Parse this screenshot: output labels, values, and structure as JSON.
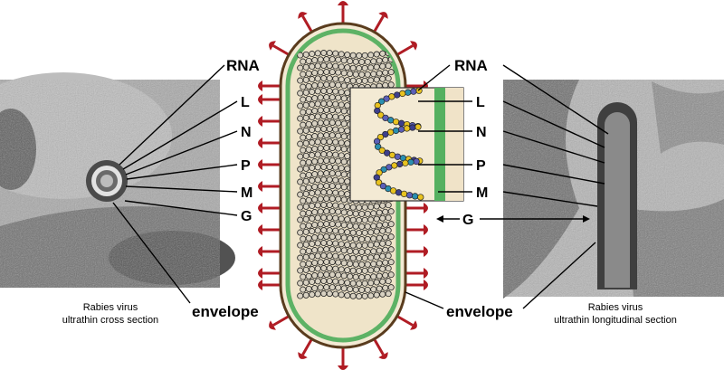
{
  "left_labels": [
    "RNA",
    "L",
    "N",
    "P",
    "M",
    "G"
  ],
  "right_labels": [
    "RNA",
    "L",
    "N",
    "P",
    "M"
  ],
  "right_g_label": "G",
  "envelope_left": "envelope",
  "envelope_right": "envelope",
  "caption_left": [
    "Rabies virus",
    "ultrathin cross section"
  ],
  "caption_right": [
    "Rabies virus",
    "ultrathin longitudinal section"
  ],
  "colors": {
    "spike": "#b01c24",
    "envelope": "#5a3c1e",
    "membrane_green": "#55b060",
    "interior": "#efe4c9",
    "inset_bg": "#f3ead4"
  }
}
